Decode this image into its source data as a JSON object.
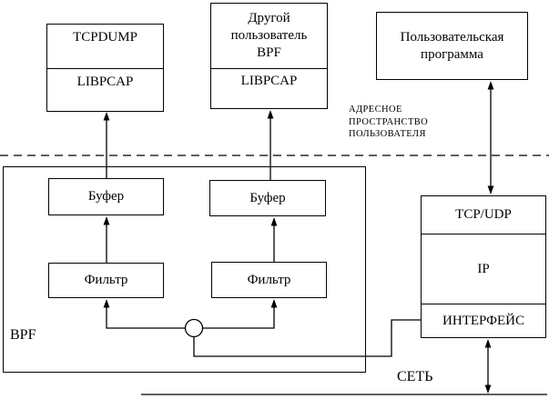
{
  "colors": {
    "line": "#000000",
    "background": "#ffffff"
  },
  "boxes": {
    "tcpdump": {
      "top": "TCPDUMP",
      "bottom": "LIBPCAP"
    },
    "other_user": {
      "top": "Другой пользователь BPF",
      "bottom": "LIBPCAP"
    },
    "user_program": {
      "label": "Пользовательская программа"
    },
    "bpf": {
      "label": "BPF"
    },
    "buffer1": {
      "label": "Буфер"
    },
    "buffer2": {
      "label": "Буфер"
    },
    "filter1": {
      "label": "Фильтр"
    },
    "filter2": {
      "label": "Фильтр"
    },
    "stack": {
      "tcp_udp": "TCP/UDP",
      "ip": "IP",
      "interface": "ИНТЕРФЕЙС"
    }
  },
  "labels": {
    "address_space": "АДРЕСНОЕ ПРОСТРАНСТВО ПОЛЬЗОВАТЕЛЯ",
    "network": "СЕТЬ"
  }
}
